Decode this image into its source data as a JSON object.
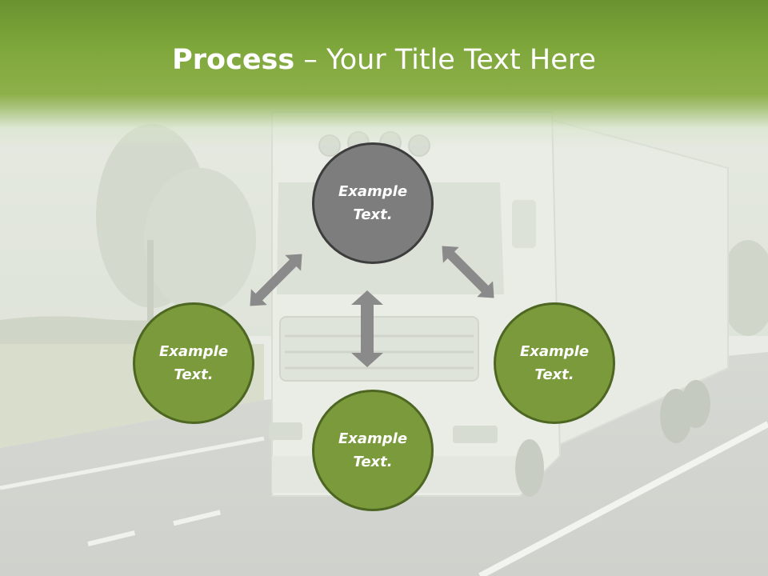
{
  "title": {
    "bold": "Process",
    "separator": " – ",
    "rest": "Your Title Text Here"
  },
  "diagram": {
    "center": {
      "label": "Example\nText."
    },
    "left": {
      "label": "Example\nText."
    },
    "right": {
      "label": "Example\nText."
    },
    "bottom": {
      "label": "Example\nText."
    }
  },
  "colors": {
    "title_band": "#7ea73b",
    "node_green": "#7a9a3c",
    "node_green_border": "#4d6622",
    "node_gray": "#7d7d7d",
    "node_gray_border": "#3d3d3d",
    "arrow": "#8a8a8a"
  }
}
